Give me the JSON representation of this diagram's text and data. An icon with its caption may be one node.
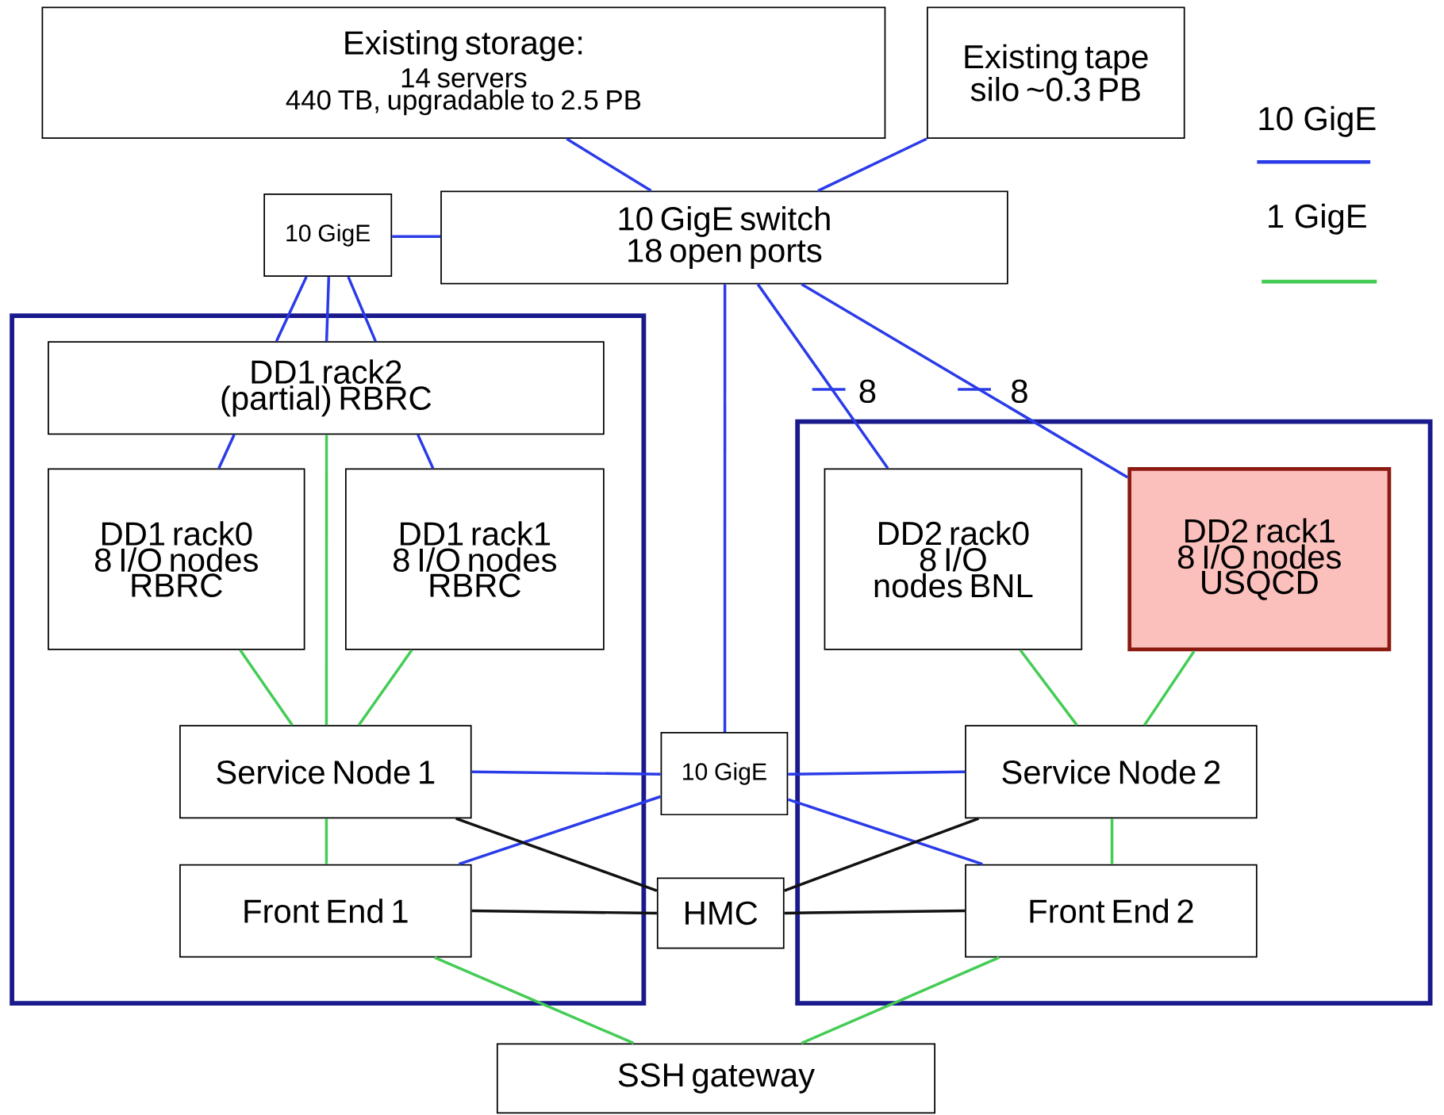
{
  "diagram": {
    "nodes": [
      {
        "text": [
          "Existing storage:",
          "14 servers",
          "440 TB, upgradable to 2.5 PB"
        ]
      },
      {
        "text": [
          "Existing tape silo ~0.3 PB"
        ]
      },
      {
        "text": [
          "10 GigE"
        ]
      },
      {
        "text": [
          "10 GigE switch",
          "18 open ports"
        ]
      },
      {
        "text": [],
        "shape": "box"
      },
      {
        "text": [
          "DD1 rack2 (partial) RBRC"
        ],
        "in": 4
      },
      {
        "text": [
          "DD1 rack0 8 I/O nodes RBRC"
        ],
        "in": 4
      },
      {
        "text": [
          "DD1 rack1 8 I/O nodes RBRC"
        ],
        "in": 4
      },
      {
        "text": [
          "Service Node 1"
        ],
        "in": 4
      },
      {
        "text": [
          "Front End 1"
        ],
        "in": 4
      },
      {
        "text": [],
        "shape": "box"
      },
      {
        "text": [
          "DD2 rack0 8 I/O nodes BNL"
        ],
        "in": 10
      },
      {
        "text": [
          "DD2 rack1 8 I/O nodes USQCD"
        ],
        "in": 10
      },
      {
        "text": [
          "Service Node 2"
        ],
        "in": 10
      },
      {
        "text": [
          "Front End 2"
        ],
        "in": 10
      },
      {
        "text": [
          "10 GigE"
        ]
      },
      {
        "text": [
          "HMC"
        ]
      },
      {
        "text": [
          "SSH gateway"
        ]
      }
    ],
    "edges": [
      {
        "from": 0,
        "to": 3,
        "arrow": "none"
      },
      {
        "from": 1,
        "to": 3,
        "arrow": "none"
      },
      {
        "from": 2,
        "to": 3,
        "arrow": "none"
      },
      {
        "from": 2,
        "to": 5,
        "arrow": "none"
      },
      {
        "from": 2,
        "to": 5,
        "arrow": "none"
      },
      {
        "from": 2,
        "to": 5,
        "arrow": "none"
      },
      {
        "from": 3,
        "to": 15,
        "arrow": "none"
      },
      {
        "from": 3,
        "to": 11,
        "arrow": "none",
        "label": "8"
      },
      {
        "from": 3,
        "to": 12,
        "arrow": "none",
        "label": "8"
      },
      {
        "from": 5,
        "to": 6,
        "arrow": "none"
      },
      {
        "from": 5,
        "to": 7,
        "arrow": "none"
      },
      {
        "from": 5,
        "to": 8,
        "arrow": "none",
        "color": "#44cc55"
      },
      {
        "from": 6,
        "to": 8,
        "arrow": "none",
        "color": "#44cc55"
      },
      {
        "from": 7,
        "to": 8,
        "arrow": "none",
        "color": "#44cc55"
      },
      {
        "from": 8,
        "to": 9,
        "arrow": "none",
        "color": "#44cc55"
      },
      {
        "from": 11,
        "to": 13,
        "arrow": "none",
        "color": "#44cc55"
      },
      {
        "from": 12,
        "to": 13,
        "arrow": "none",
        "color": "#44cc55"
      },
      {
        "from": 13,
        "to": 14,
        "arrow": "none",
        "color": "#44cc55"
      },
      {
        "from": 9,
        "to": 17,
        "arrow": "none",
        "color": "#44cc55"
      },
      {
        "from": 14,
        "to": 17,
        "arrow": "none",
        "color": "#44cc55"
      },
      {
        "from": 15,
        "to": 8,
        "arrow": "none"
      },
      {
        "from": 15,
        "to": 13,
        "arrow": "none"
      },
      {
        "from": 15,
        "to": 9,
        "arrow": "none"
      },
      {
        "from": 15,
        "to": 14,
        "arrow": "none"
      },
      {
        "from": 8,
        "to": 16,
        "arrow": "none",
        "color": "#111111"
      },
      {
        "from": 9,
        "to": 16,
        "arrow": "none",
        "color": "#111111"
      },
      {
        "from": 13,
        "to": 16,
        "arrow": "none",
        "color": "#111111"
      },
      {
        "from": 14,
        "to": 16,
        "arrow": "none",
        "color": "#111111"
      }
    ],
    "legend": [
      {
        "text": "10 GigE"
      },
      {
        "text": "1 GigE"
      }
    ]
  }
}
